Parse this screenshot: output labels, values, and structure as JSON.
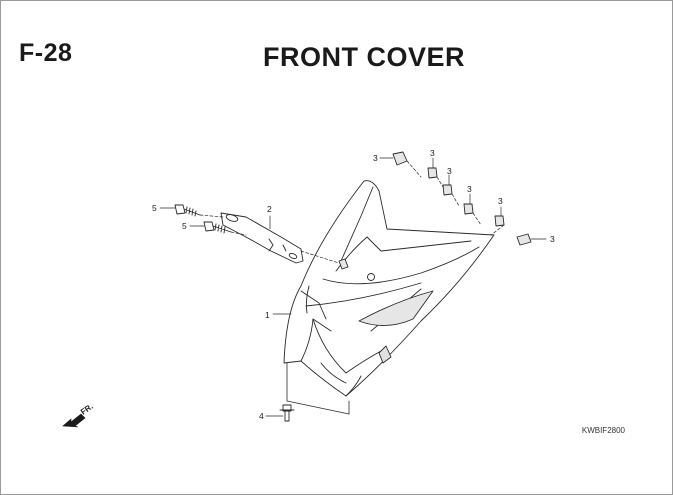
{
  "header": {
    "section_code": "F-28",
    "title": "FRONT COVER"
  },
  "footer": {
    "drawing_ref": "KWBIF2800",
    "direction_label": "FR."
  },
  "callouts": [
    {
      "label": "1"
    },
    {
      "label": "2"
    },
    {
      "label": "3"
    },
    {
      "label": "3"
    },
    {
      "label": "3"
    },
    {
      "label": "3"
    },
    {
      "label": "3"
    },
    {
      "label": "3"
    },
    {
      "label": "4"
    },
    {
      "label": "5"
    },
    {
      "label": "5"
    }
  ],
  "colors": {
    "line": "#2a2a2a",
    "shade": "#cfcfcf"
  }
}
